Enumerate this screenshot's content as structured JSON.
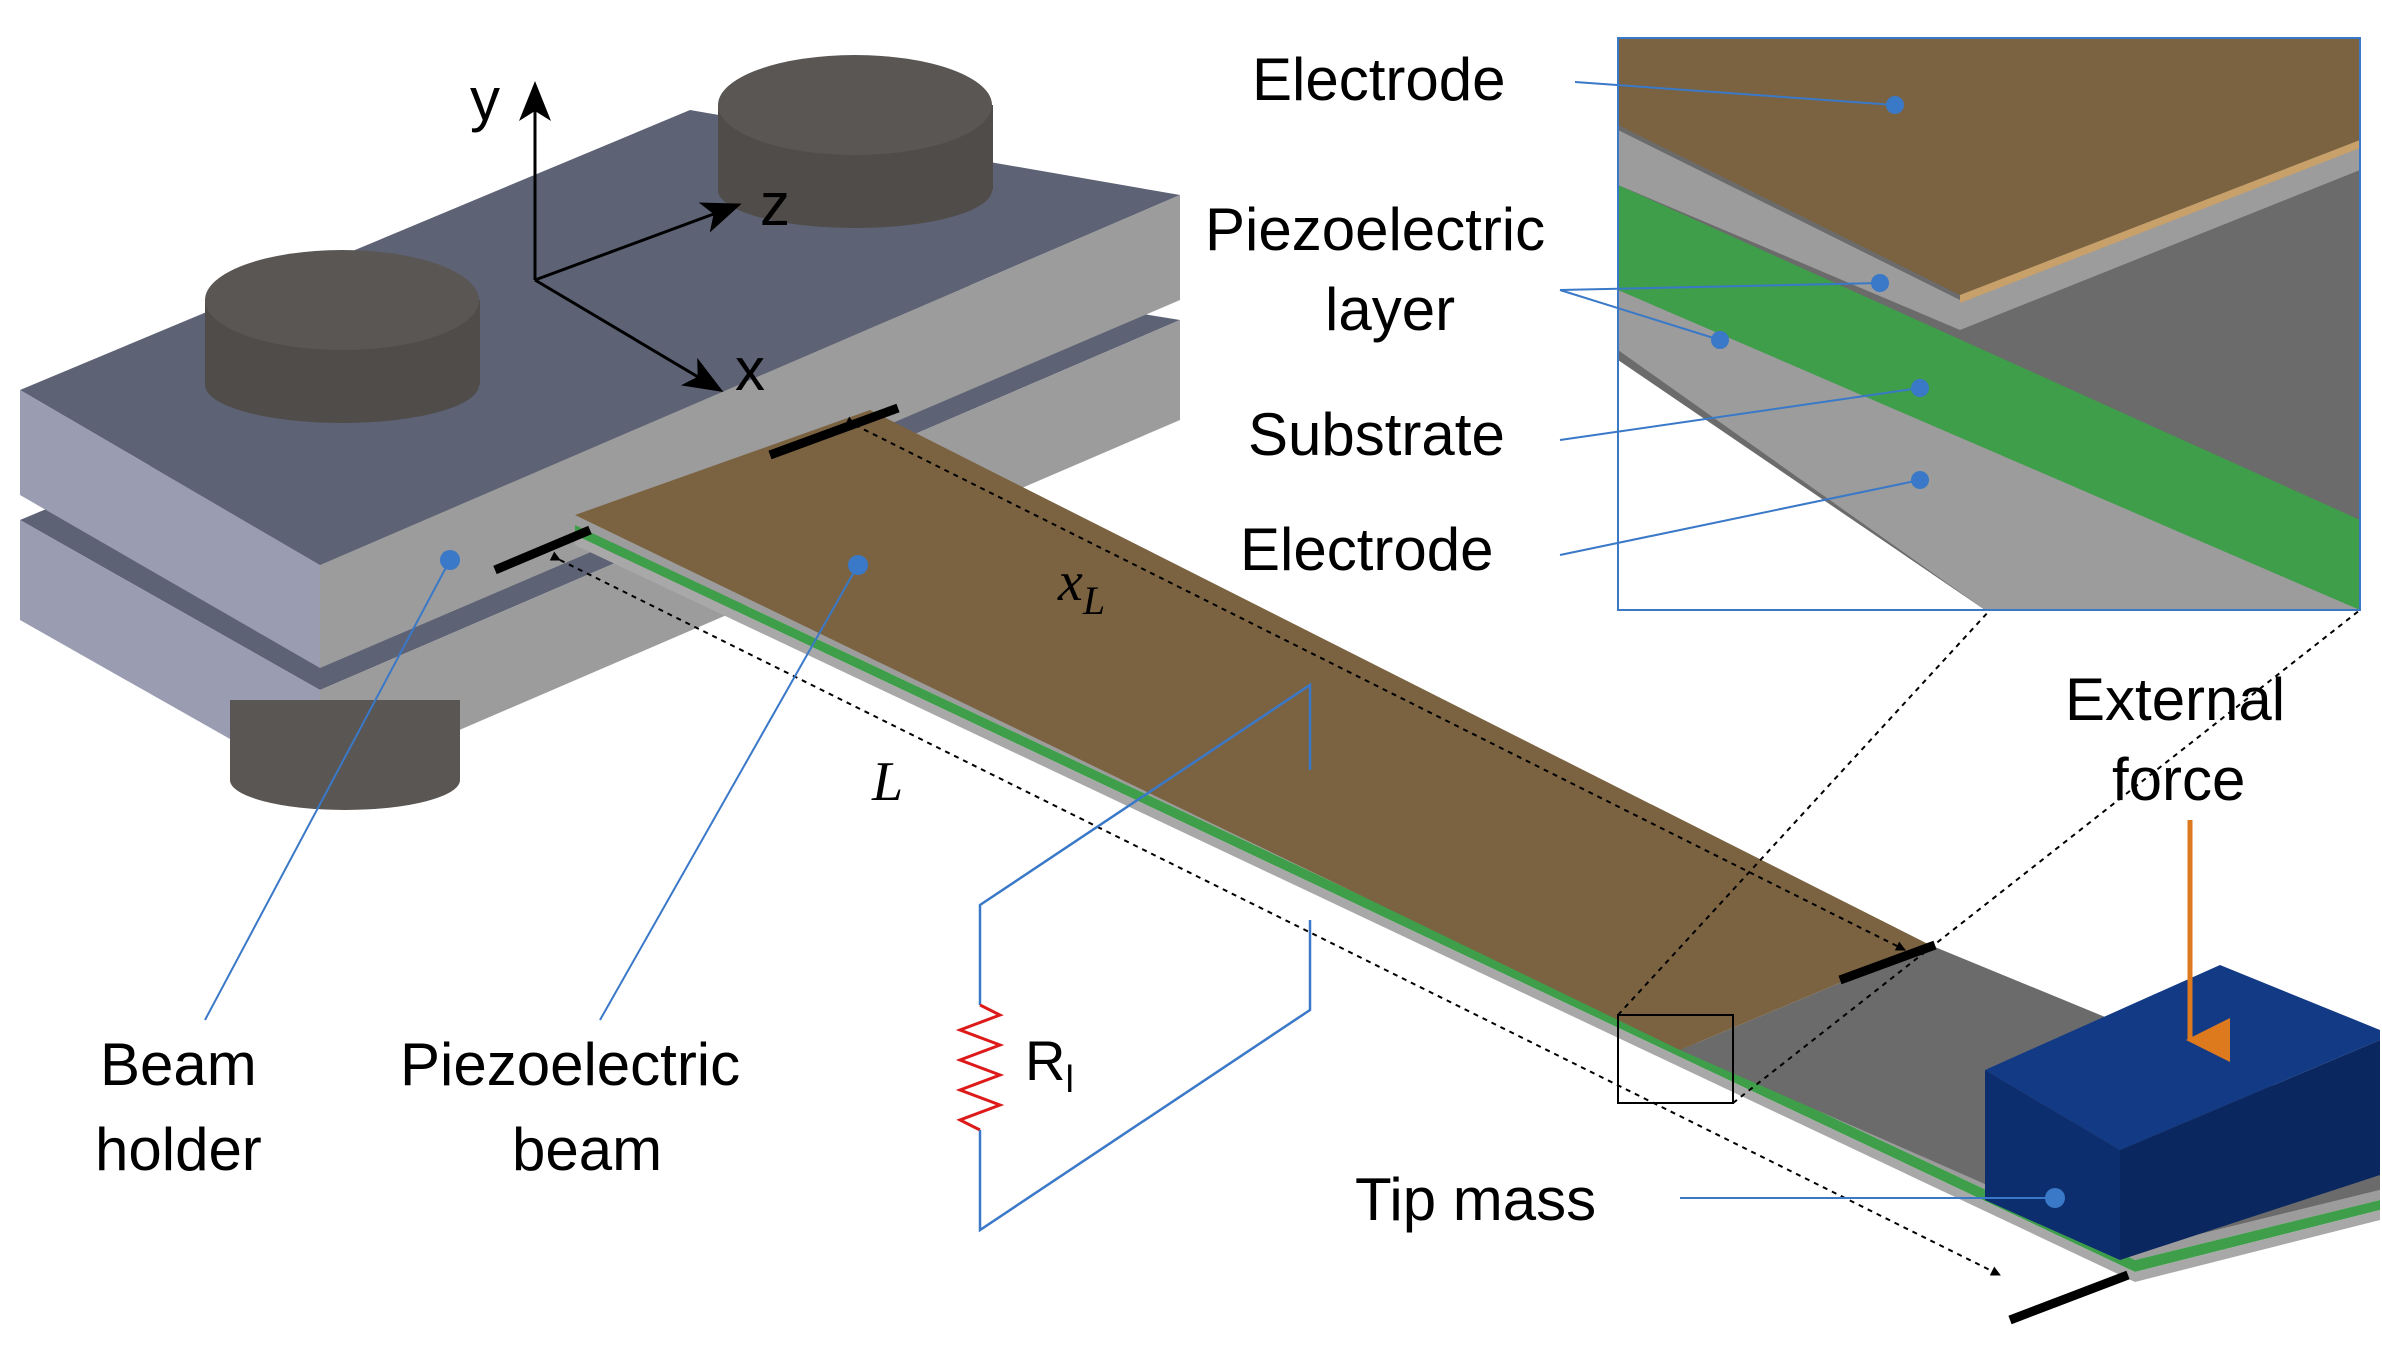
{
  "labels": {
    "axis_y": "y",
    "axis_z": "z",
    "axis_x": "x",
    "beam_holder_1": "Beam",
    "beam_holder_2": "holder",
    "piezo_beam_1": "Piezoelectric",
    "piezo_beam_2": "beam",
    "dim_L": "L",
    "dim_xL": "x",
    "dim_xL_sub": "L",
    "resistor_main": "R",
    "resistor_sub": "l",
    "tip_mass": "Tip mass",
    "external_force_1": "External",
    "external_force_2": "force",
    "inset_electrode_top": "Electrode",
    "inset_piezo_1": "Piezoelectric",
    "inset_piezo_2": "layer",
    "inset_substrate": "Substrate",
    "inset_electrode_bottom": "Electrode"
  },
  "colors": {
    "holder_top": "#5d6275",
    "holder_front": "#9c9c9c",
    "holder_side": "#9a9db2",
    "cylinder": "#5a5653",
    "electrode": "#7b6341",
    "substrate": "#3e9e4a",
    "beam_gray": "#6b6b6b",
    "tip_mass": "#0c2e6e",
    "leader": "#3a78c8",
    "force_arrow": "#dd7a1e",
    "resistor": "#dd1a1a"
  }
}
